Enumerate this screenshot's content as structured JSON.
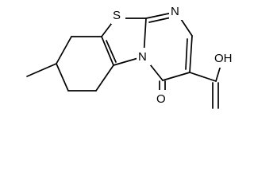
{
  "molecule": {
    "atoms": {
      "sulfur": "S",
      "pyrimidine_nitrogen": "N",
      "bridge_nitrogen": "N",
      "keto_oxygen": "O",
      "carboxylic_acid": "OH"
    }
  }
}
